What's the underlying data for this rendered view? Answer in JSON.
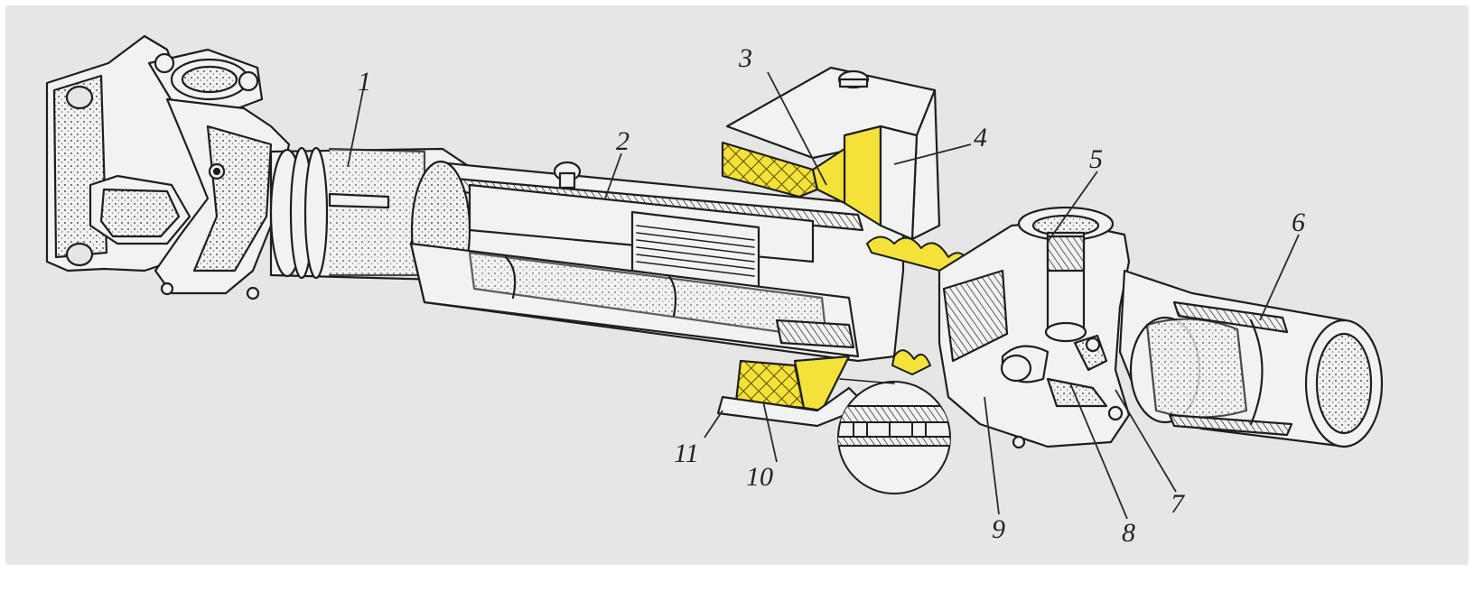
{
  "diagram": {
    "subject": "cardan-shaft-cutaway",
    "colors": {
      "background": "#e6e6e6",
      "metal": "#f2f2f2",
      "ink": "#1e1e1e",
      "rubber": "#f4e13a",
      "rubber_dark": "#c9b020"
    },
    "callouts": [
      {
        "id": "1",
        "label": "1"
      },
      {
        "id": "2",
        "label": "2"
      },
      {
        "id": "3",
        "label": "3"
      },
      {
        "id": "4",
        "label": "4"
      },
      {
        "id": "5",
        "label": "5"
      },
      {
        "id": "6",
        "label": "6"
      },
      {
        "id": "7",
        "label": "7"
      },
      {
        "id": "8",
        "label": "8"
      },
      {
        "id": "9",
        "label": "9"
      },
      {
        "id": "10",
        "label": "10"
      },
      {
        "id": "11",
        "label": "11"
      }
    ]
  }
}
